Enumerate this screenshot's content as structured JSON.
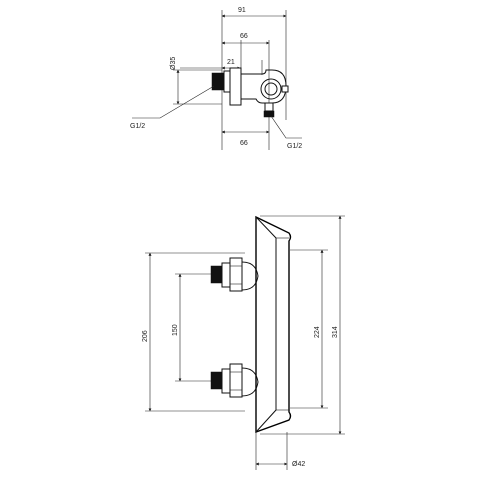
{
  "top_view": {
    "dim_overall": "91",
    "dim_top_66": "66",
    "dim_21": "21",
    "dim_bottom_66": "66",
    "dim_diameter_35": "Ø35",
    "thread_left": "G1/2",
    "thread_right": "G1/2"
  },
  "front_view": {
    "dim_206": "206",
    "dim_150": "150",
    "dim_224": "224",
    "dim_314": "314",
    "dim_diameter_42": "Ø42"
  }
}
